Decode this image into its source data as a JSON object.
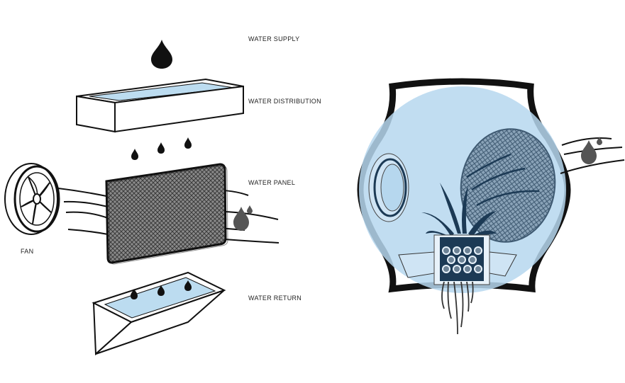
{
  "labels": {
    "water_supply": "WATER SUPPLY",
    "water_distribution": "WATER DISTRIBUTION",
    "water_panel": "WATER PANEL",
    "fan": "FAN",
    "water_return": "WATER RETURN"
  },
  "icons": [
    "water-drop-icon",
    "fan-icon",
    "plant-icon"
  ],
  "colors": {
    "water": "#bcdcf0",
    "sphere": "#b6d7ee",
    "line": "#111111",
    "panel_mesh": "#6a6a6a",
    "pot": "#1c3a55",
    "filter_tint": "#6f8ea8"
  }
}
